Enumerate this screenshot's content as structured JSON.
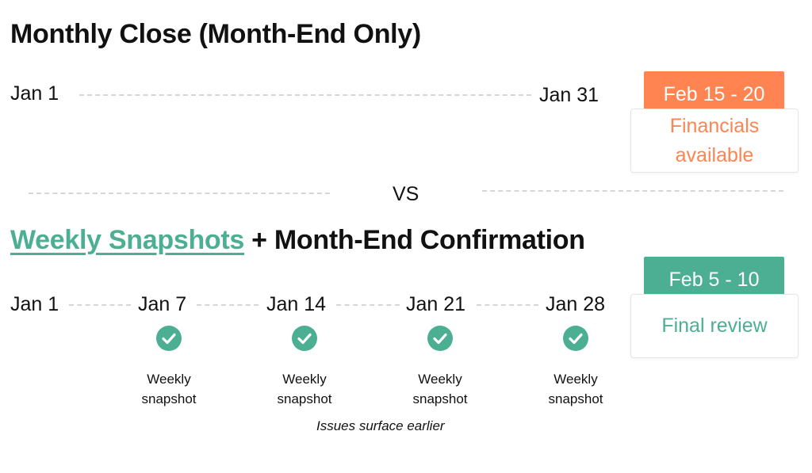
{
  "colors": {
    "orange": "#ff8451",
    "green": "#4caf93",
    "dash": "#d6d6d6"
  },
  "monthly": {
    "title": "Monthly Close (Month-End Only)",
    "start": "Jan 1",
    "end": "Jan 31",
    "badge": "Feb 15 - 20",
    "card_line1": "Financials",
    "card_line2": "available"
  },
  "vs": "VS",
  "weekly": {
    "title_link": "Weekly Snapshots",
    "title_rest": "+ Month-End Confirmation",
    "start": "Jan 1",
    "weeks": [
      {
        "date": "Jan 7",
        "line1": "Weekly",
        "line2": "snapshot"
      },
      {
        "date": "Jan 14",
        "line1": "Weekly",
        "line2": "snapshot"
      },
      {
        "date": "Jan 21",
        "line1": "Weekly",
        "line2": "snapshot"
      },
      {
        "date": "Jan 28",
        "line1": "Weekly",
        "line2": "snapshot"
      }
    ],
    "check_icon": "check-circle-icon",
    "note": "Issues surface earlier",
    "badge": "Feb 5 - 10",
    "card": "Final review"
  }
}
